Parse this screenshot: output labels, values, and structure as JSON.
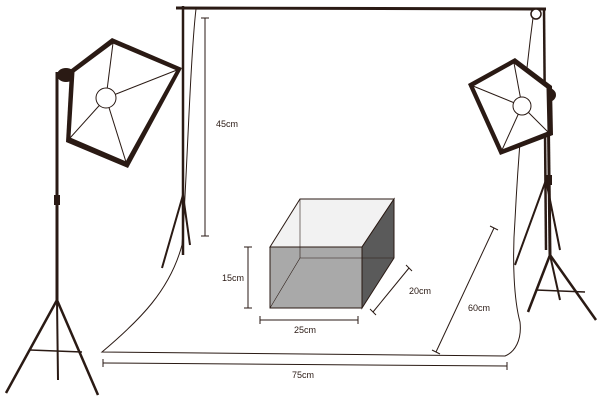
{
  "colors": {
    "ink": "#2a1a14",
    "softbox_fill": "#ffffff",
    "box_front": "#a9a9a9",
    "box_top": "#f2f2f2",
    "box_side": "#5a5a5a",
    "backdrop": "#ffffff"
  },
  "dimensions": {
    "backdrop_height": "45cm",
    "box_height": "15cm",
    "box_depth": "20cm",
    "box_width": "25cm",
    "floor_depth": "60cm",
    "backdrop_width": "75cm"
  },
  "icons": {
    "left_light": "softbox-light-icon",
    "right_light": "softbox-light-icon",
    "left_stand": "tripod-stand-icon",
    "right_stand": "tripod-stand-icon"
  }
}
